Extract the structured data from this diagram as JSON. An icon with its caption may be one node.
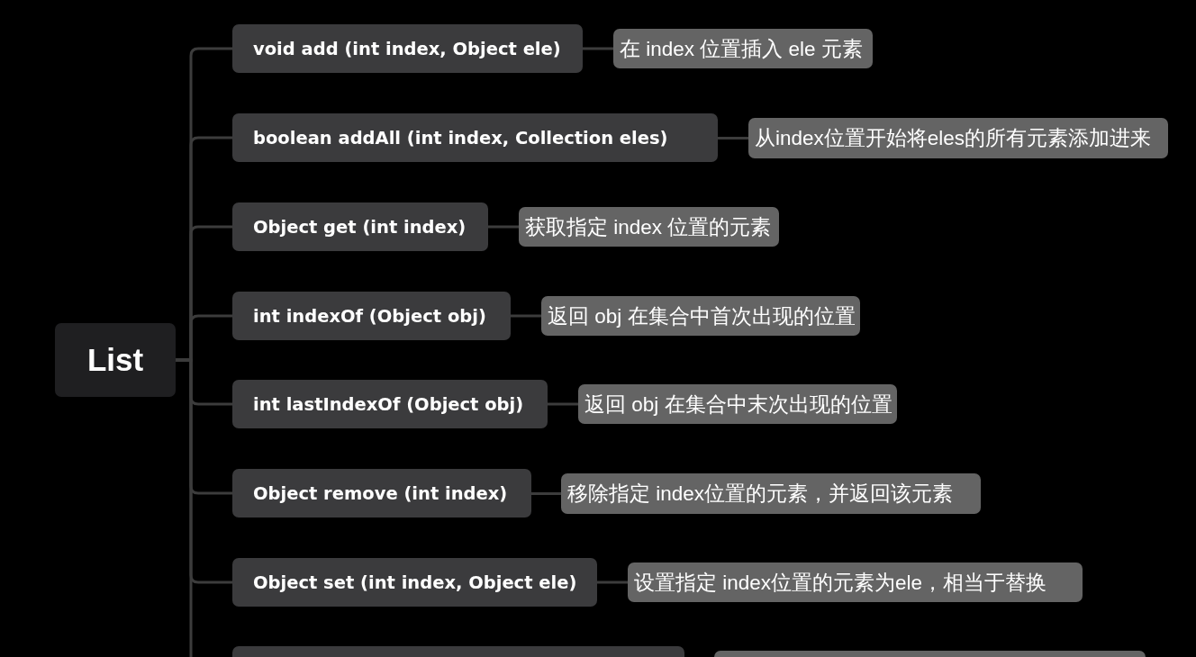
{
  "diagram": {
    "nodes": [
      {
        "text": [
          "List"
        ]
      },
      {
        "text": [
          "void add (int index, Object ele)"
        ]
      },
      {
        "text": [
          "在 index 位置插入 ele 元素"
        ]
      },
      {
        "text": [
          "boolean addAll (int index, Collection eles)"
        ]
      },
      {
        "text": [
          "从index位置开始将eles的所有元素添加进来"
        ]
      },
      {
        "text": [
          "Object get (int index)"
        ]
      },
      {
        "text": [
          "获取指定 index 位置的元素"
        ]
      },
      {
        "text": [
          "int indexOf (Object obj)"
        ]
      },
      {
        "text": [
          "返回 obj 在集合中首次出现的位置"
        ]
      },
      {
        "text": [
          "int lastIndexOf (Object obj)"
        ]
      },
      {
        "text": [
          "返回 obj 在集合中末次出现的位置"
        ]
      },
      {
        "text": [
          "Object remove (int index)"
        ]
      },
      {
        "text": [
          "移除指定 index位置的元素，并返回该元素"
        ]
      },
      {
        "text": [
          "Object set (int index, Object ele)"
        ]
      },
      {
        "text": [
          "设置指定 index位置的元素为ele，相当于替换"
        ]
      },
      {
        "text": [],
        "shape": "box"
      },
      {
        "text": [],
        "shape": "box"
      }
    ],
    "edges": [
      {
        "from": 0,
        "to": 1,
        "arrow": "none"
      },
      {
        "from": 1,
        "to": 2,
        "arrow": "none"
      },
      {
        "from": 0,
        "to": 3,
        "arrow": "none"
      },
      {
        "from": 3,
        "to": 4,
        "arrow": "none"
      },
      {
        "from": 0,
        "to": 5,
        "arrow": "none"
      },
      {
        "from": 5,
        "to": 6,
        "arrow": "none"
      },
      {
        "from": 0,
        "to": 7,
        "arrow": "none"
      },
      {
        "from": 7,
        "to": 8,
        "arrow": "none"
      },
      {
        "from": 0,
        "to": 9,
        "arrow": "none"
      },
      {
        "from": 9,
        "to": 10,
        "arrow": "none"
      },
      {
        "from": 0,
        "to": 11,
        "arrow": "none"
      },
      {
        "from": 11,
        "to": 12,
        "arrow": "none"
      },
      {
        "from": 0,
        "to": 13,
        "arrow": "none"
      },
      {
        "from": 13,
        "to": 14,
        "arrow": "none"
      },
      {
        "from": 0,
        "to": 15,
        "arrow": "none"
      }
    ]
  }
}
